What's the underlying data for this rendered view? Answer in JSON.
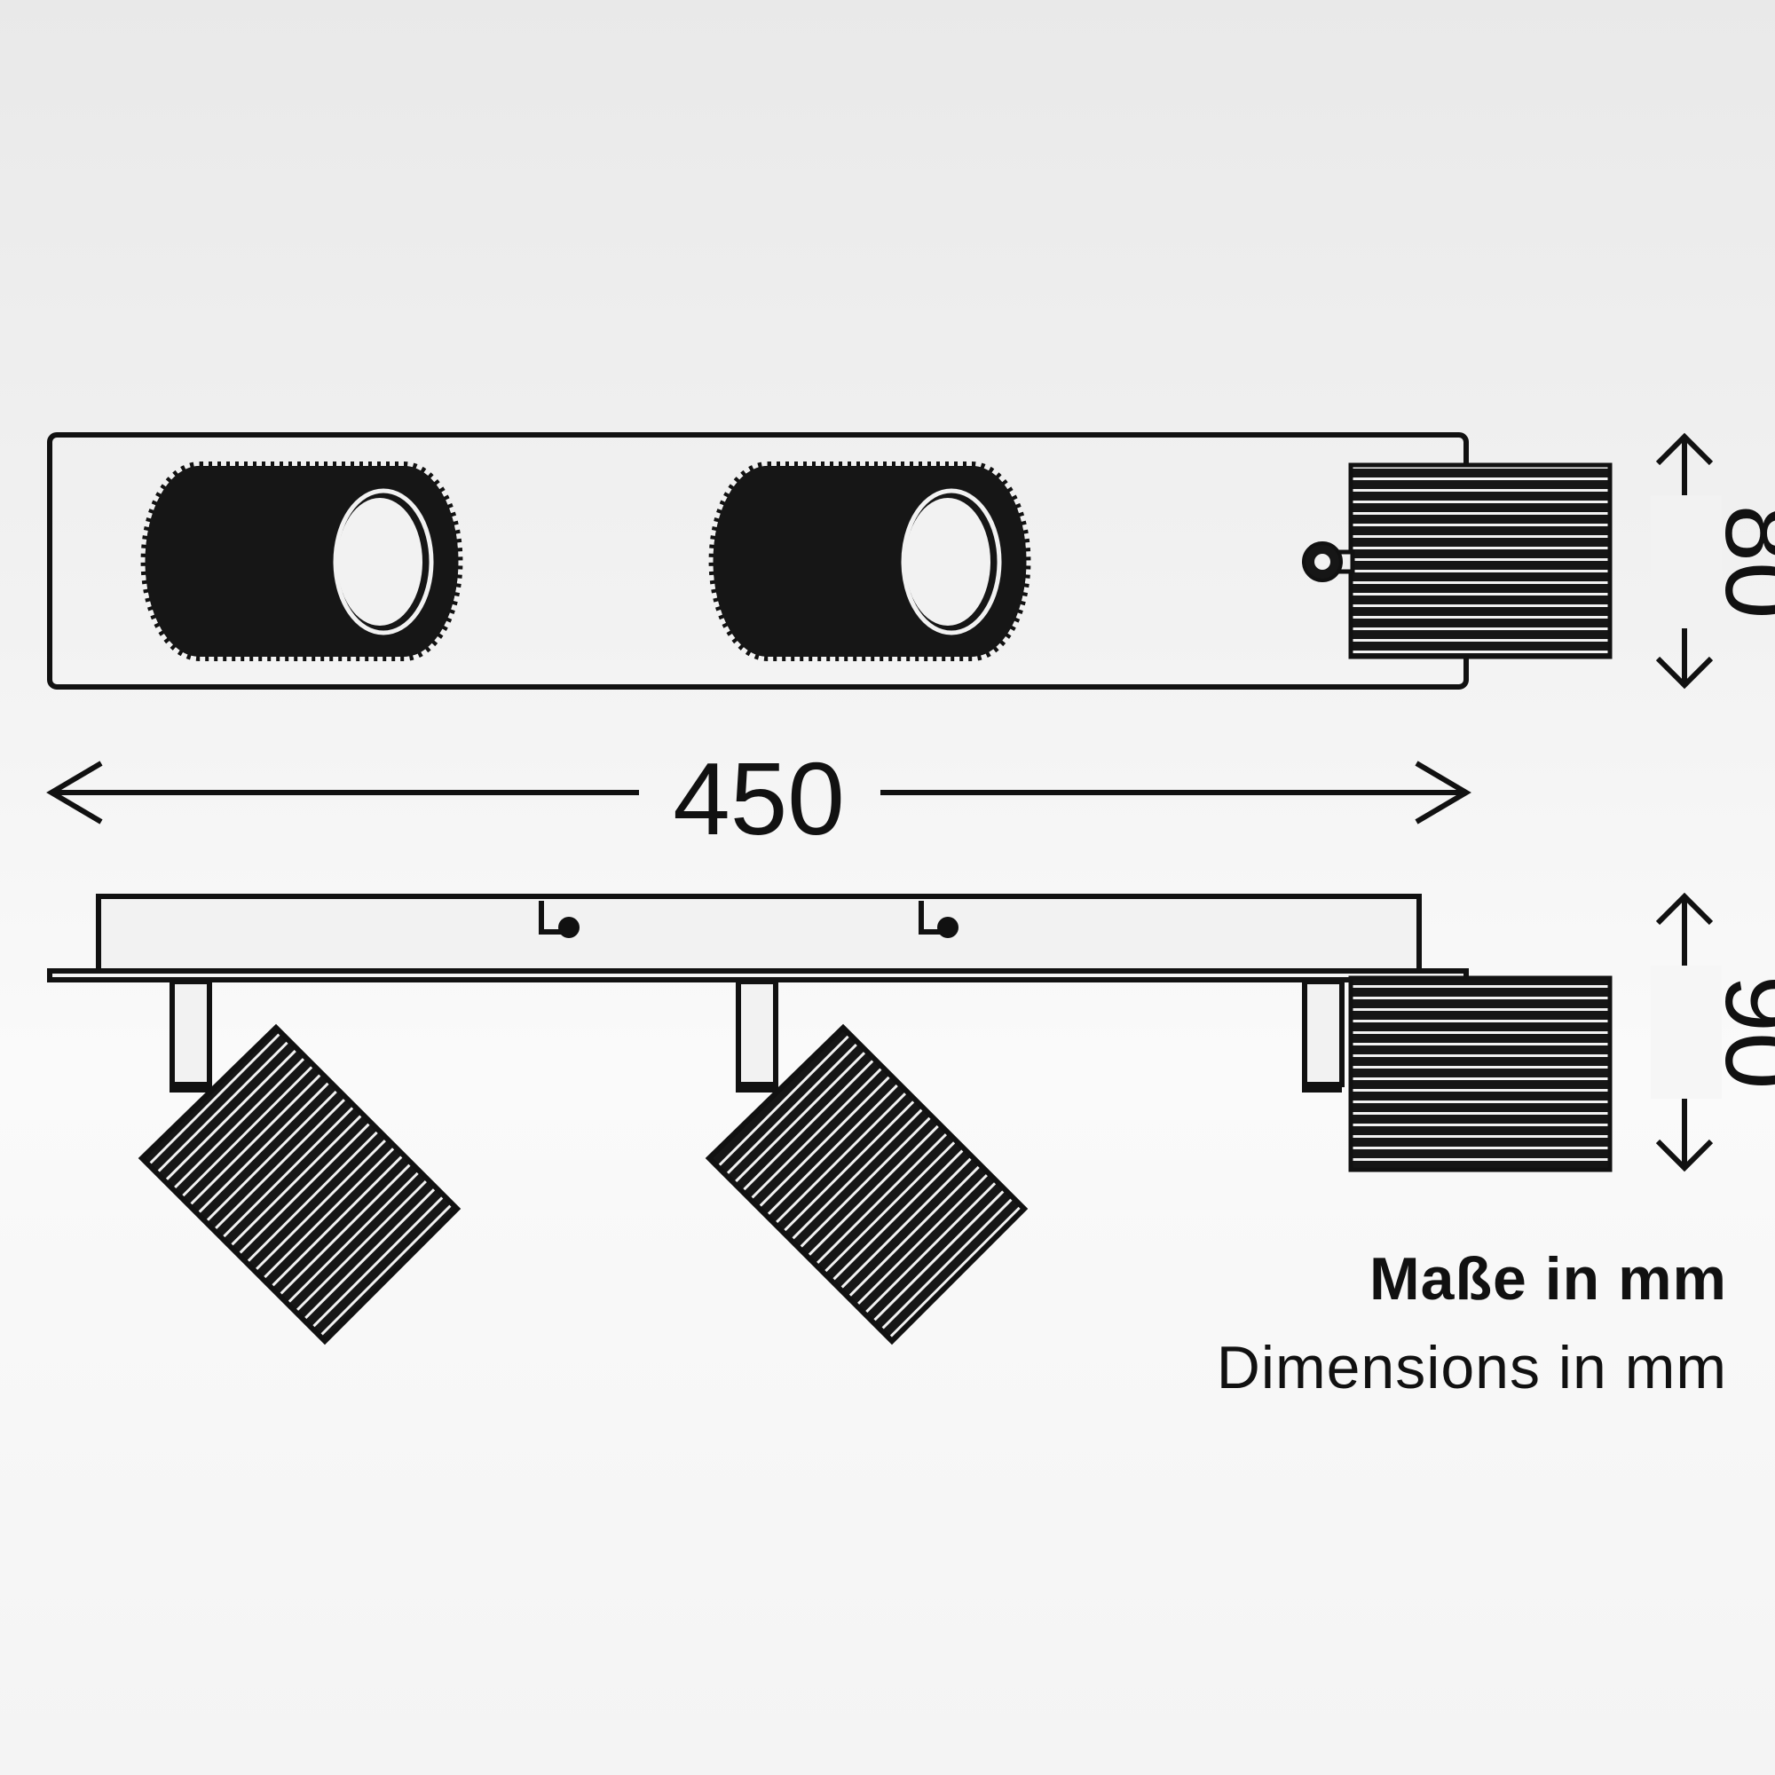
{
  "dimensions": {
    "width": "450",
    "height_top": "80",
    "height_side": "90"
  },
  "caption": {
    "de": "Maße in mm",
    "en": "Dimensions in mm"
  },
  "colors": {
    "line": "#111111",
    "spot_fill": "#161616",
    "background": "#f2f2f2"
  }
}
